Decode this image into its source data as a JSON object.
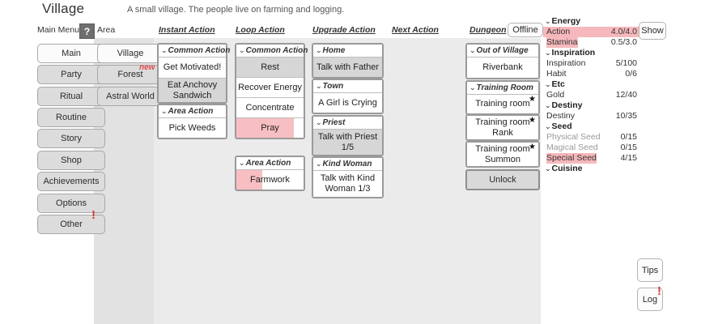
{
  "header": {
    "title": "Village",
    "description": "A small village. The people live on farming and logging."
  },
  "nav": {
    "main_menu_label": "Main Menu",
    "help_label": "?",
    "area_label": "Area",
    "columns": [
      {
        "label": "Instant Action"
      },
      {
        "label": "Loop Action"
      },
      {
        "label": "Upgrade Action"
      },
      {
        "label": "Next Action"
      },
      {
        "label": "Dungeon"
      }
    ],
    "offline_label": "Offline",
    "show_label": "Show"
  },
  "main_menu": {
    "items": [
      {
        "label": "Main",
        "active": true
      },
      {
        "label": "Party",
        "active": false
      },
      {
        "label": "Ritual",
        "active": false
      },
      {
        "label": "Routine",
        "active": false
      },
      {
        "label": "Story",
        "active": false
      },
      {
        "label": "Shop",
        "active": false
      },
      {
        "label": "Achievements",
        "active": false
      },
      {
        "label": "Options",
        "active": false
      },
      {
        "label": "Other",
        "active": false
      }
    ],
    "alert_marker": "!"
  },
  "area_menu": {
    "items": [
      {
        "label": "Village",
        "active": true,
        "badge": ""
      },
      {
        "label": "Forest",
        "active": false,
        "badge": "new"
      },
      {
        "label": "Astral World",
        "active": false,
        "badge": ""
      }
    ]
  },
  "instant_action": {
    "groups": [
      {
        "title": "Common Action",
        "items": [
          {
            "label": "Get Motivated!",
            "style": "white"
          },
          {
            "label": "Eat Anchovy Sandwich",
            "style": "dark"
          }
        ]
      },
      {
        "title": "Area Action",
        "items": [
          {
            "label": "Pick Weeds",
            "style": "white"
          }
        ]
      }
    ]
  },
  "loop_action": {
    "groups": [
      {
        "title": "Common Action",
        "items": [
          {
            "label": "Rest",
            "style": "dark",
            "progress": 0
          },
          {
            "label": "Recover Energy",
            "style": "white",
            "progress": 0
          },
          {
            "label": "Concentrate",
            "style": "white",
            "progress": 0
          },
          {
            "label": "Pray",
            "style": "white",
            "progress": 86
          }
        ]
      },
      {
        "title": "Area Action",
        "items": [
          {
            "label": "Farmwork",
            "style": "white",
            "progress": 38
          }
        ]
      }
    ]
  },
  "upgrade_action": {
    "groups": [
      {
        "title": "Home",
        "items": [
          {
            "label": "Talk with Father",
            "style": "dark"
          }
        ]
      },
      {
        "title": "Town",
        "items": [
          {
            "label": "A Girl is Crying",
            "style": "white"
          }
        ]
      },
      {
        "title": "Priest",
        "items": [
          {
            "label": "Talk with Priest 1/5",
            "style": "dark"
          }
        ]
      },
      {
        "title": "Kind Woman",
        "items": [
          {
            "label": "Talk with Kind Woman 1/3",
            "style": "white"
          }
        ]
      }
    ]
  },
  "next_action": {
    "items": []
  },
  "dungeon": {
    "groups": [
      {
        "title": "Out of Village",
        "items": [
          {
            "label": "Riverbank",
            "style": "white",
            "star": false
          }
        ]
      },
      {
        "title": "Training Room",
        "items": [
          {
            "label": "Training room",
            "style": "white",
            "star": true
          },
          {
            "label": "Training room Rank",
            "style": "white",
            "star": true
          },
          {
            "label": "Training room Summon",
            "style": "white",
            "star": true
          }
        ]
      }
    ],
    "unlock_label": "Unlock"
  },
  "stats": {
    "sections": [
      {
        "category": "Energy",
        "rows": [
          {
            "name": "Action",
            "value": "4.0/4.0",
            "highlight": "full"
          },
          {
            "name": "Stamina",
            "value": "0.5/3.0",
            "highlight": "name"
          }
        ]
      },
      {
        "category": "Inspiration",
        "rows": [
          {
            "name": "Inspiration",
            "value": "5/100",
            "highlight": "none"
          },
          {
            "name": "Habit",
            "value": "0/6",
            "highlight": "none"
          }
        ]
      },
      {
        "category": "Etc",
        "rows": [
          {
            "name": "Gold",
            "value": "12/40",
            "highlight": "none"
          }
        ]
      },
      {
        "category": "Destiny",
        "rows": [
          {
            "name": "Destiny",
            "value": "10/35",
            "highlight": "none"
          }
        ]
      },
      {
        "category": "Seed",
        "rows": [
          {
            "name": "Physical Seed",
            "value": "0/15",
            "highlight": "dim"
          },
          {
            "name": "Magical Seed",
            "value": "0/15",
            "highlight": "dim"
          },
          {
            "name": "Special Seed",
            "value": "4/15",
            "highlight": "name"
          }
        ]
      },
      {
        "category": "Cuisine",
        "rows": []
      }
    ]
  },
  "footer_buttons": {
    "tips_label": "Tips",
    "log_label": "Log",
    "log_alert": "!"
  },
  "colors": {
    "accent_pink": "#f8bfc2",
    "alert_red": "#d23b3b",
    "panel_grey": "#ebebeb",
    "button_grey": "#d9d9d9"
  }
}
